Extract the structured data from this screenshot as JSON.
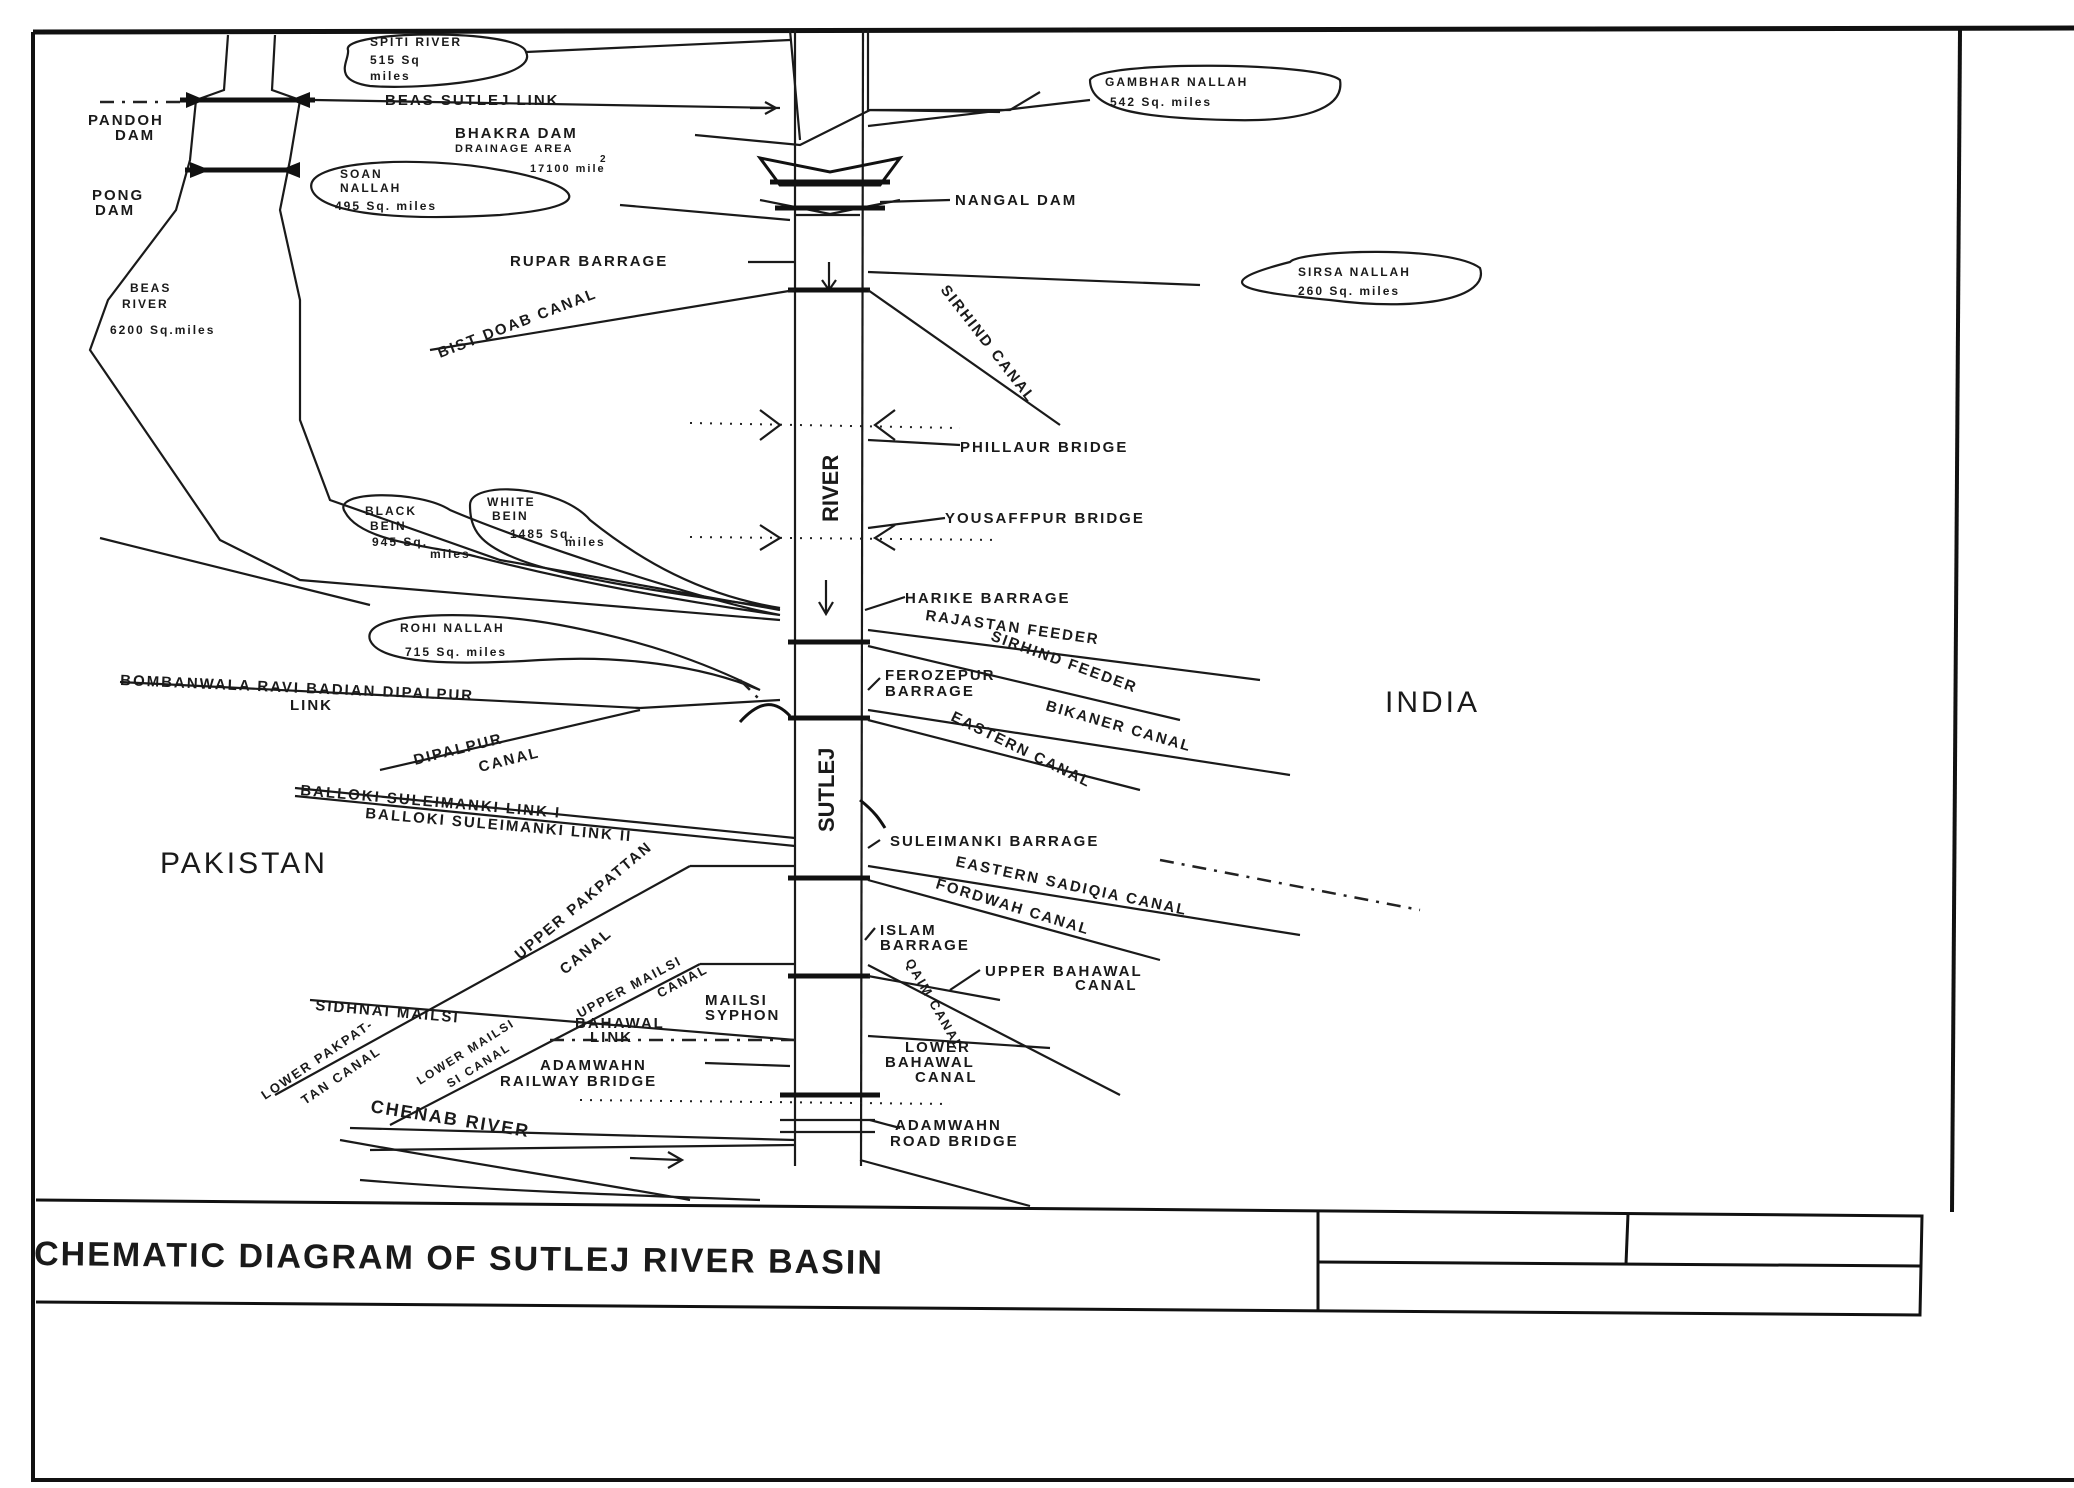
{
  "title": "CHEMATIC DIAGRAM OF SUTLEJ RIVER BASIN",
  "countries": {
    "india": "INDIA",
    "pakistan": "PAKISTAN"
  },
  "river": {
    "river_word": "RIVER",
    "sutlej_word": "SUTLEJ"
  },
  "tributaries": {
    "spiti": {
      "name": "SPITI RIVER",
      "area": "515 Sq",
      "unit": "miles"
    },
    "beas": {
      "name": "BEAS",
      "name2": "RIVER",
      "area": "6200 Sq.miles"
    },
    "soan": {
      "name": "SOAN",
      "name2": "NALLAH",
      "area": "495 Sq. miles"
    },
    "gambhar": {
      "name": "GAMBHAR NALLAH",
      "area": "542 Sq. miles"
    },
    "sirsa": {
      "name": "SIRSA NALLAH",
      "area": "260 Sq. miles"
    },
    "black_bein": {
      "name": "BLACK",
      "name2": "BEIN",
      "area": "945 Sq.",
      "unit": "miles"
    },
    "white_bein": {
      "name": "WHITE",
      "name2": "BEIN",
      "area": "1485 Sq.",
      "unit": "miles"
    },
    "rohi": {
      "name": "ROHI NALLAH",
      "area": "715 Sq. miles"
    },
    "chenab": {
      "name": "CHENAB RIVER"
    }
  },
  "structures": {
    "pandoh": {
      "line1": "PANDOH",
      "line2": "DAM"
    },
    "pong": {
      "line1": "PONG",
      "line2": "DAM"
    },
    "beas_sutlej_link": "BEAS SUTLEJ LINK",
    "bhakra": {
      "line1": "BHAKRA DAM",
      "line2": "DRAINAGE AREA",
      "line3": "2",
      "line4": "17100 mile"
    },
    "nangal": "NANGAL DAM",
    "rupar": "RUPAR BARRAGE",
    "phillaur": "PHILLAUR BRIDGE",
    "yousaffpur": "YOUSAFFPUR BRIDGE",
    "harike": "HARIKE BARRAGE",
    "ferozepur": {
      "line1": "FEROZEPUR",
      "line2": "BARRAGE"
    },
    "suleimanki": "SULEIMANKI BARRAGE",
    "islam": {
      "line1": "ISLAM",
      "line2": "BARRAGE"
    },
    "mailsi_syphon": {
      "line1": "MAILSI",
      "line2": "SYPHON"
    },
    "adamwahn_rail": {
      "line1": "ADAMWAHN",
      "line2": "RAILWAY BRIDGE"
    },
    "adamwahn_road": {
      "line1": "ADAMWAHN",
      "line2": "ROAD BRIDGE"
    }
  },
  "canals": {
    "bist_doab": "BIST DOAB CANAL",
    "sirhind": "SIRHIND CANAL",
    "rajastan_feeder": "RAJASTAN FEEDER",
    "sirhind_feeder": "SIRHIND FEEDER",
    "bikaner": "BIKANER CANAL",
    "eastern": "EASTERN CANAL",
    "bombanwala": {
      "line1": "BOMBANWALA RAVI BADIAN DIPALPUR",
      "line2": "LINK"
    },
    "dipalpur": {
      "line1": "DIPALPUR",
      "line2": "CANAL"
    },
    "balloki_1": "BALLOKI SULEIMANKI LINK I",
    "balloki_2": "BALLOKI SULEIMANKI LINK II",
    "eastern_sadiqia": "EASTERN SADIQIA CANAL",
    "fordwah": "FORDWAH CANAL",
    "upper_pakpattan": {
      "line1": "UPPER PAKPATTAN",
      "line2": "CANAL"
    },
    "upper_mailsi": {
      "line1": "UPPER MAILSI",
      "line2": "CANAL"
    },
    "upper_bahawal": {
      "line1": "UPPER BAHAWAL",
      "line2": "CANAL"
    },
    "qaim": "QAIM CANAL",
    "sidhnai_mailsi": {
      "line1": "SIDHNAI   MAILSI",
      "line2": "BAHAWAL",
      "line3": "LINK"
    },
    "lower_pakpattan": {
      "line1": "LOWER PAKPAT-",
      "line2": "TAN CANAL"
    },
    "lower_mailsi": {
      "line1": "LOWER MAILSI",
      "line2": "SI CANAL"
    },
    "lower_bahawal": {
      "line1": "LOWER",
      "line2": "BAHAWAL",
      "line3": "CANAL"
    }
  },
  "colors": {
    "ink": "#1a1a1a",
    "paper": "#ffffff"
  }
}
